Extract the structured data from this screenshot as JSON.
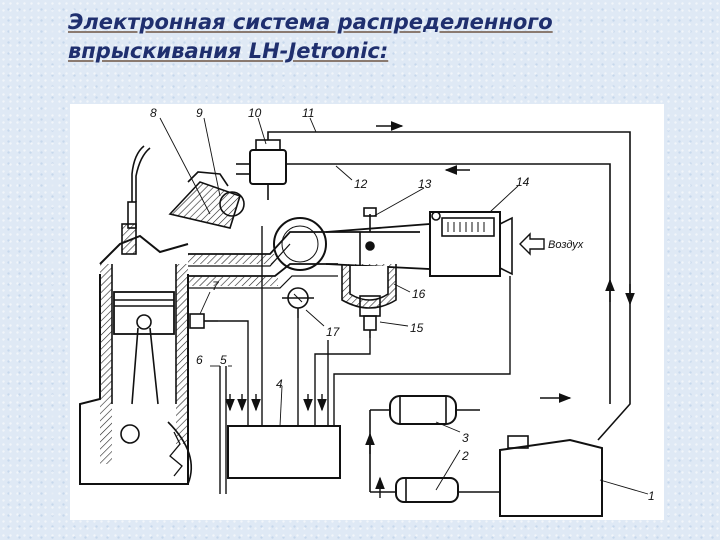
{
  "title": {
    "line1": "Электронная система распределенного",
    "line2": "впрыскивания LH-Jetronic:"
  },
  "diagram": {
    "air_label": "Воздух",
    "labels": [
      "1",
      "2",
      "3",
      "4",
      "5",
      "6",
      "7",
      "8",
      "9",
      "10",
      "11",
      "12",
      "13",
      "14",
      "15",
      "16",
      "17"
    ]
  },
  "colors": {
    "title": "#1f2f6e",
    "background": "#dfe9f5",
    "ink": "#111111"
  }
}
